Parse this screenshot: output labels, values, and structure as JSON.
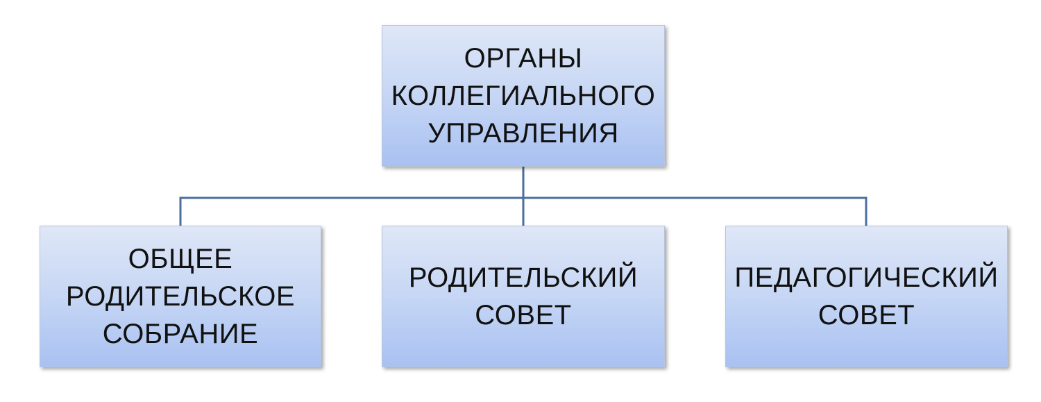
{
  "root": {
    "lines": [
      "ОРГАНЫ",
      "КОЛЛЕГИАЛЬНОГО",
      "УПРАВЛЕНИЯ"
    ]
  },
  "children": [
    {
      "lines": [
        "ОБЩЕЕ",
        "РОДИТЕЛЬСКОЕ",
        "СОБРАНИЕ"
      ]
    },
    {
      "lines": [
        "РОДИТЕЛЬСКИЙ",
        "СОВЕТ"
      ]
    },
    {
      "lines": [
        "ПЕДАГОГИЧЕСКИЙ",
        "СОВЕТ"
      ]
    }
  ],
  "colors": {
    "connector": "#4a6f9f",
    "box_top": "#dfe7f7",
    "box_bottom": "#a9c1f2"
  }
}
